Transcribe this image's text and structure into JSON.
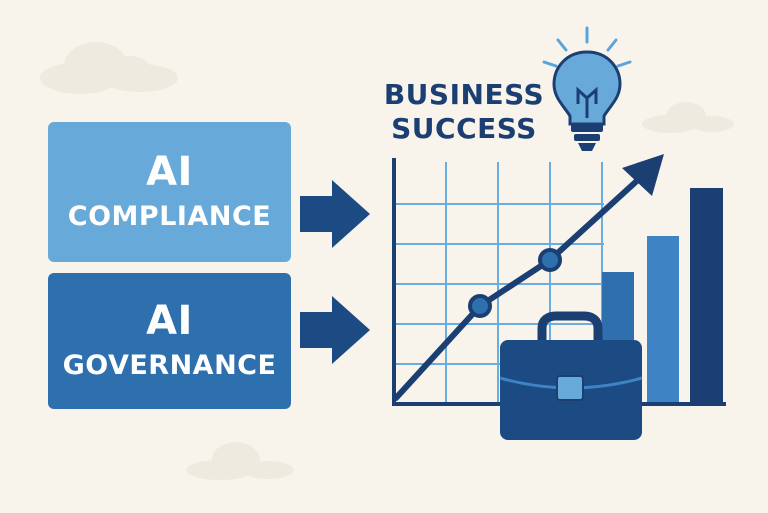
{
  "compliance_box": {
    "line1": "AI",
    "line2": "COMPLIANCE",
    "color": "#67a9d9"
  },
  "governance_box": {
    "line1": "AI",
    "line2": "GOVERNANCE",
    "color": "#2e6fae"
  },
  "headline": {
    "line1": "BUSINESS",
    "line2": "SUCCESS"
  },
  "icons": [
    "cloud-icon",
    "arrow-right-icon",
    "lightbulb-icon",
    "briefcase-icon",
    "trend-arrow-icon"
  ],
  "colors": {
    "background": "#f8f4ec",
    "navy": "#1c3f73",
    "mid_blue": "#2e6fae",
    "light_blue": "#67a9d9",
    "grid": "#6aaee0"
  }
}
